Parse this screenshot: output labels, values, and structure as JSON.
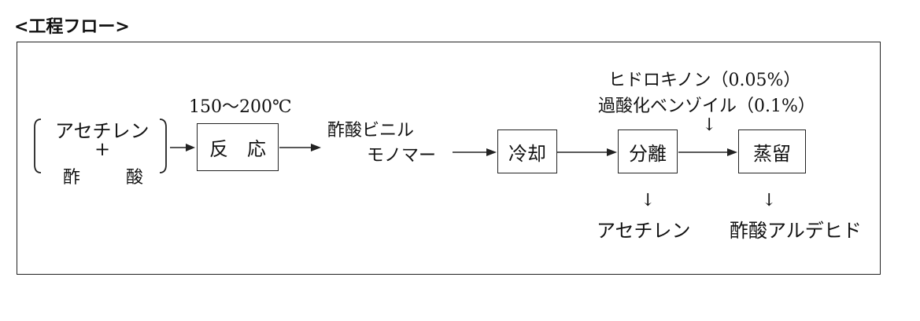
{
  "title": "<工程フロー>",
  "inputs": {
    "line1": "アセチレン",
    "plus": "+",
    "line2a": "酢",
    "line2b": "酸"
  },
  "reaction": {
    "condition": "150〜200℃",
    "box_label": "反　応"
  },
  "product": {
    "line1": "酢酸ビニル",
    "line2": "モノマー"
  },
  "steps": {
    "cooling": "冷却",
    "separation": "分離",
    "distillation": "蒸留"
  },
  "additives": {
    "line1": "ヒドロキノン（0.05%）",
    "line2": "過酸化ベンゾイル（0.1%）"
  },
  "byproducts": {
    "separation_out": "アセチレン",
    "distillation_out": "酢酸アルデヒド"
  },
  "arrow_glyph": "↓"
}
